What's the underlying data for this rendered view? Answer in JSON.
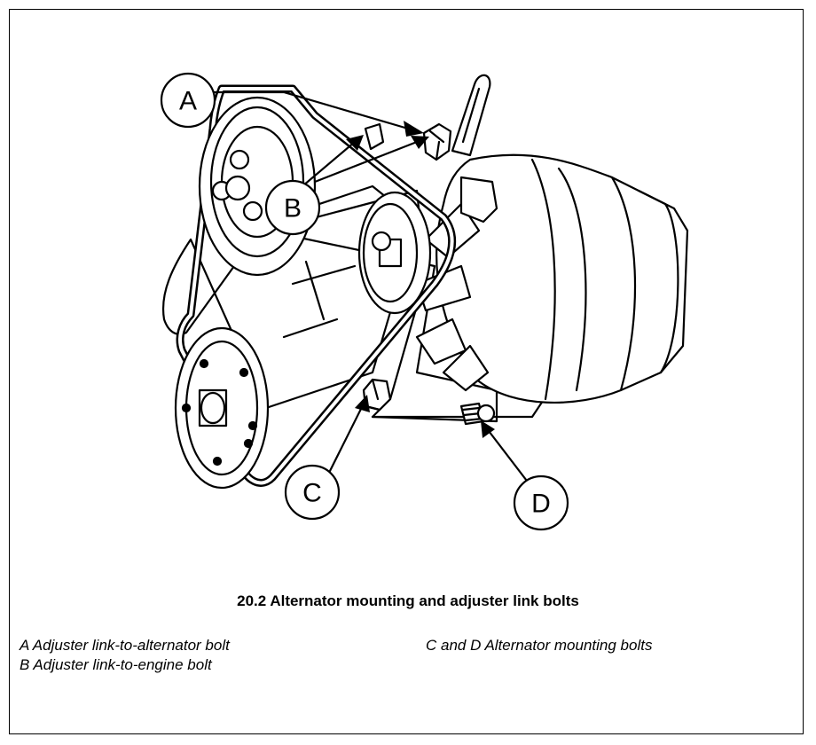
{
  "callouts": {
    "a": "A",
    "b": "B",
    "c": "C",
    "d": "D"
  },
  "caption": "20.2  Alternator mounting and adjuster link bolts",
  "key": {
    "a": "A  Adjuster link-to-alternator bolt",
    "b": "B  Adjuster link-to-engine bolt",
    "cd": "C and D  Alternator mounting bolts"
  }
}
